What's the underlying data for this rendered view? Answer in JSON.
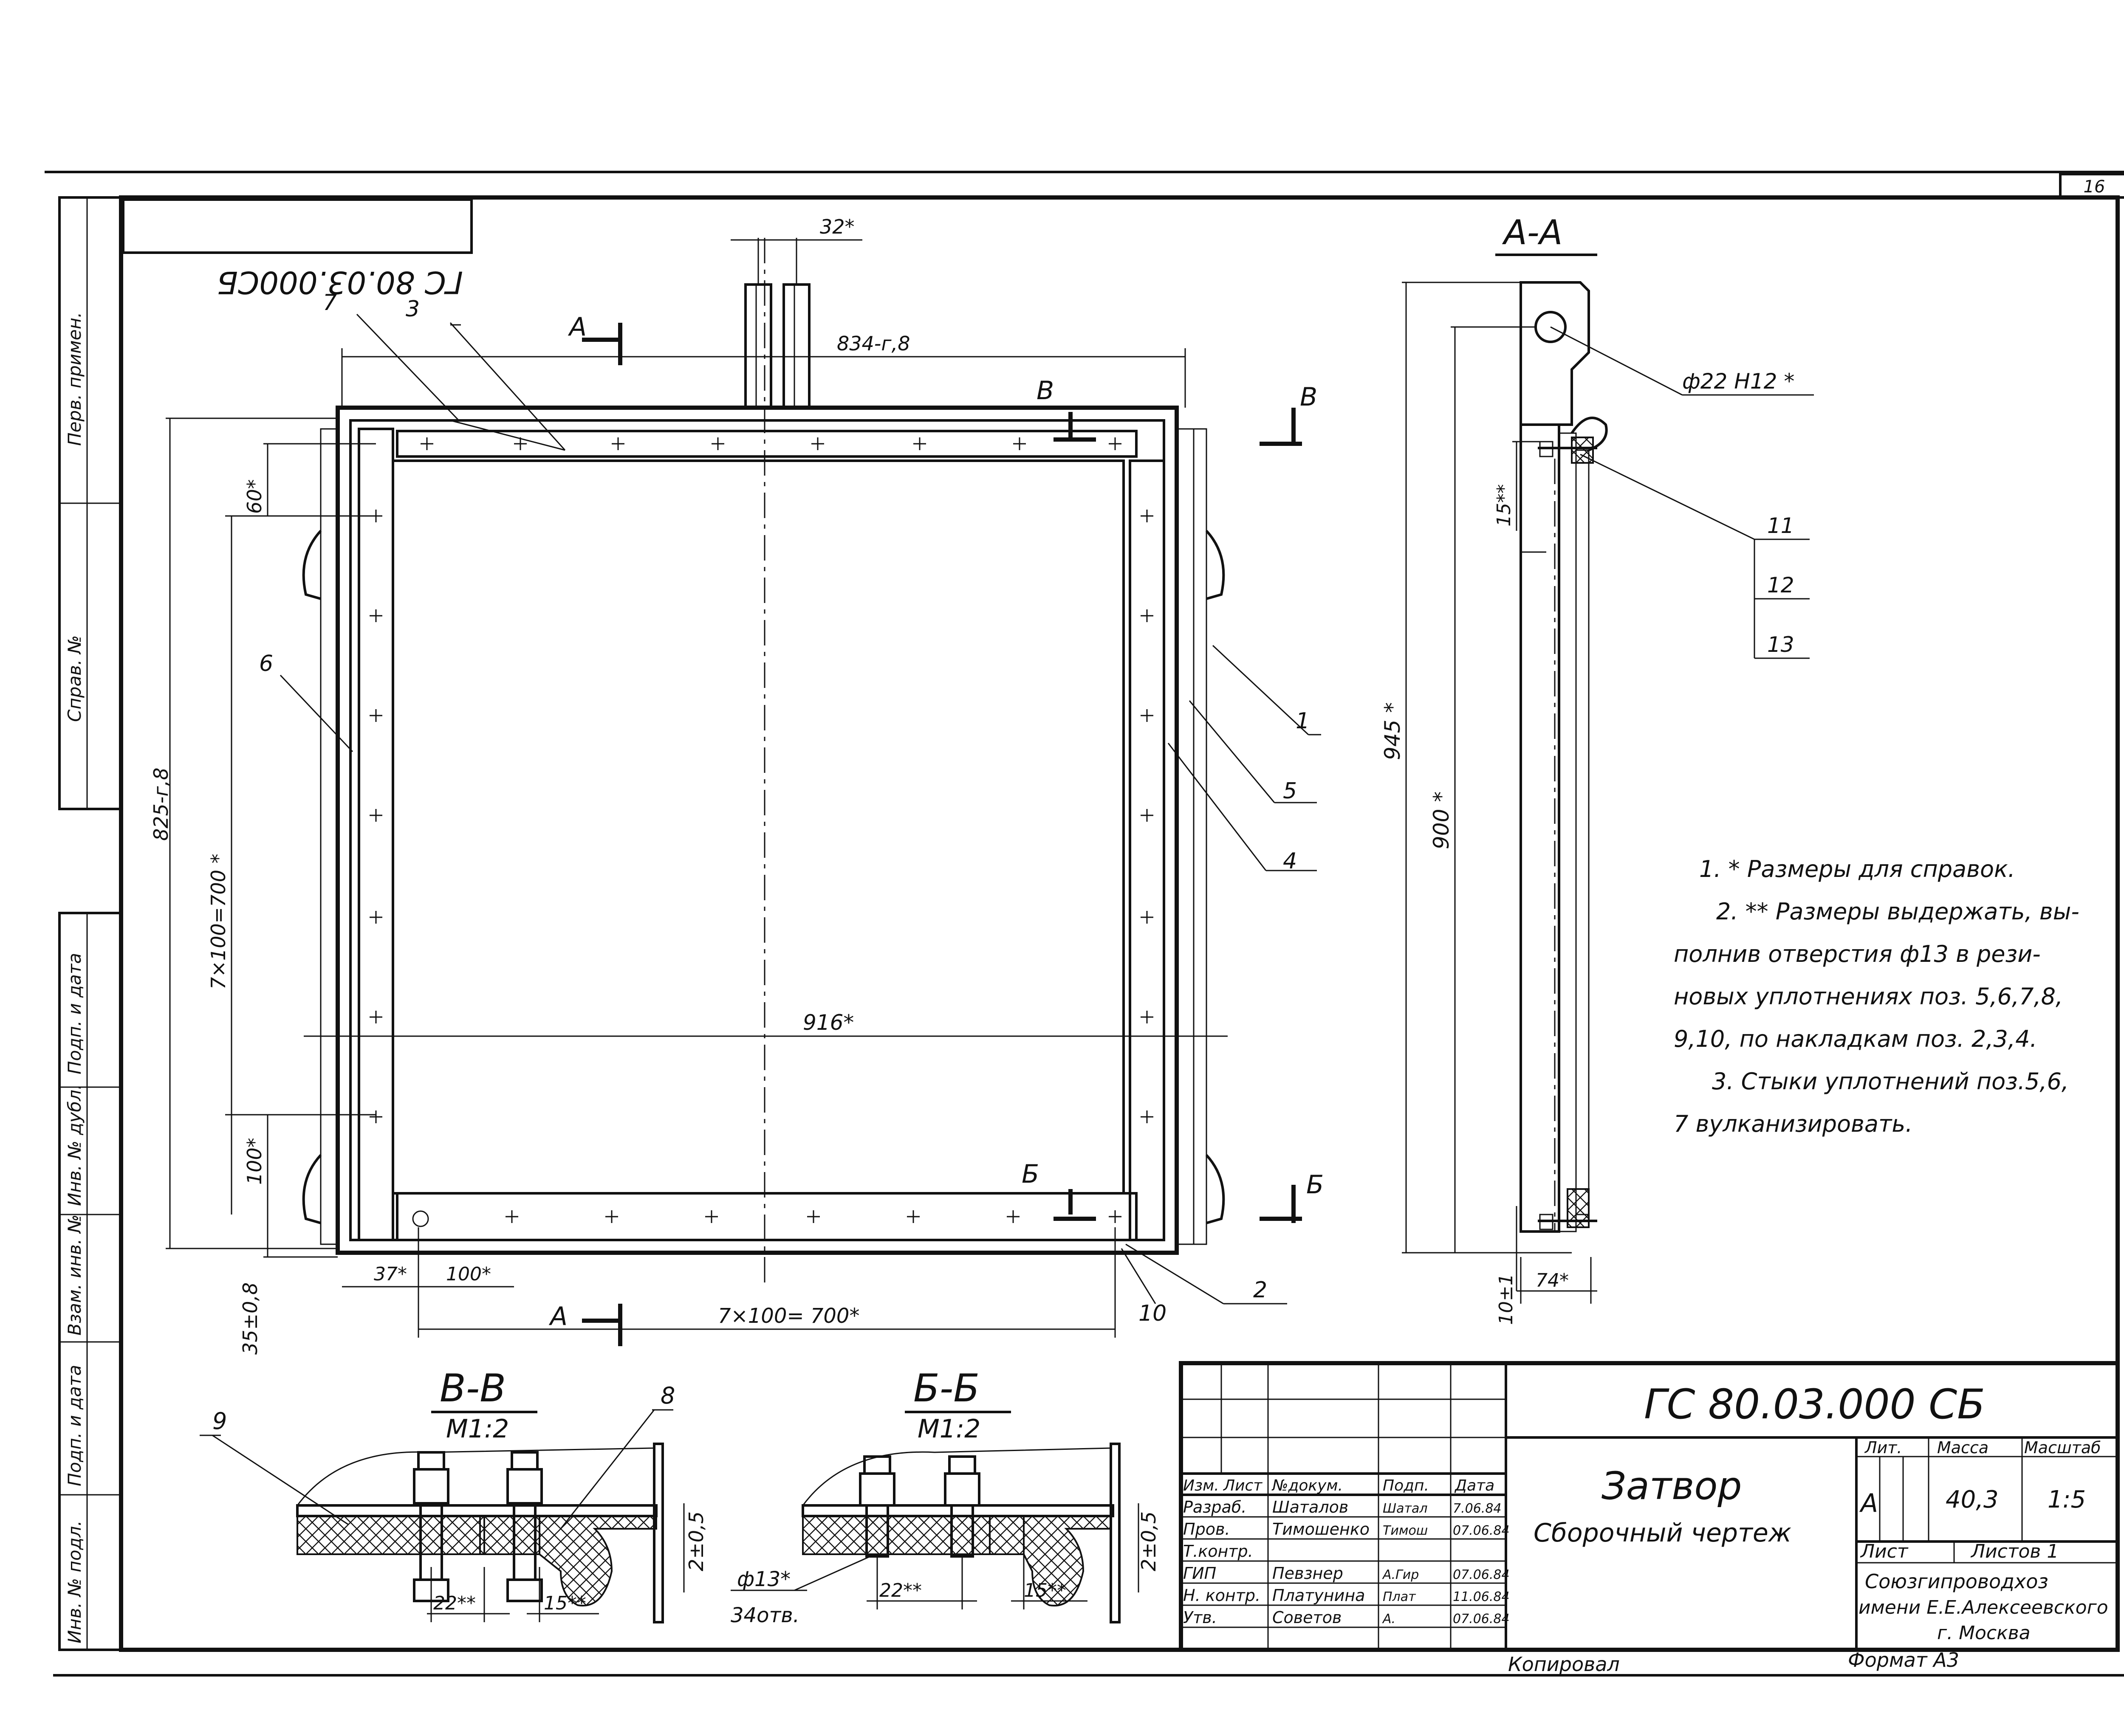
{
  "sheet_number": "16",
  "mirrored_code": "ГС 80.03.000СБ",
  "left_stamp": {
    "perv_primen": "Перв. примен.",
    "sprav_no": "Справ. №",
    "podp_data_1": "Подп. и дата",
    "inv_dubl": "Инв. № дубл.",
    "vzam_inv": "Взам. инв. №",
    "podp_data_2": "Подп. и дата",
    "inv_podl": "Инв. № подл."
  },
  "main_view": {
    "dims": {
      "top_32": "32*",
      "top_834": "834-г,8",
      "left_825": "825-г,8",
      "left_700": "7×100=700 *",
      "left_60": "60*",
      "left_100": "100*",
      "left_35": "35±0,8",
      "mid_916": "916*",
      "bot_37": "37*",
      "bot_100": "100*",
      "bot_700": "7×100= 700*"
    },
    "section_marks": {
      "a_top": "А",
      "a_bottom": "А",
      "b_top": "В",
      "b_right": "В",
      "bb_left": "Б",
      "bb_right": "Б"
    },
    "callouts": [
      "1",
      "2",
      "3",
      "4",
      "5",
      "6",
      "7",
      "10"
    ]
  },
  "section_aa": {
    "title": "А-А",
    "phi22": "ф22 Н12 *",
    "dim_15": "15**",
    "dim_945": "945 *",
    "dim_900": "900 *",
    "dim_10": "10±1",
    "dim_74": "74*",
    "callouts": [
      "11",
      "12",
      "13"
    ]
  },
  "notes": [
    "1. * Размеры для справок.",
    "2. ** Размеры выдержать, вы-",
    "полнив отверстия ф13 в рези-",
    "новых уплотнениях поз. 5,6,7,8,",
    "9,10, по накладкам поз. 2,3,4.",
    "3. Стыки уплотнений поз.5,6,",
    "7 вулканизировать."
  ],
  "section_vv": {
    "title": "В-В",
    "scale": "М1:2",
    "dim_22": "22**",
    "dim_15": "15**",
    "dim_2": "2±0,5",
    "callouts": [
      "8",
      "9"
    ]
  },
  "section_bb": {
    "title": "Б-Б",
    "scale": "М1:2",
    "phi13": "ф13*",
    "holes": "34отв.",
    "dim_22": "22**",
    "dim_15": "15**",
    "dim_2": "2±0,5"
  },
  "title_block": {
    "code": "ГС 80.03.000 СБ",
    "name": "Затвор",
    "subtitle": "Сборочный чертеж",
    "hdr": [
      "Изм.",
      "Лист",
      "№докум.",
      "Подп.",
      "Дата"
    ],
    "rows": [
      {
        "role": "Разраб.",
        "name": "Шаталов",
        "sign": "Шатал",
        "date": "7.06.84"
      },
      {
        "role": "Пров.",
        "name": "Тимошенко",
        "sign": "Тимош",
        "date": "07.06.84"
      },
      {
        "role": "Т.контр.",
        "name": "",
        "sign": "",
        "date": ""
      },
      {
        "role": "ГИП",
        "name": "Певзнер",
        "sign": "А.Гир",
        "date": "07.06.84"
      },
      {
        "role": "Н. контр.",
        "name": "Платунина",
        "sign": "Плат",
        "date": "11.06.84"
      },
      {
        "role": "Утв.",
        "name": "Советов",
        "sign": "А.",
        "date": "07.06.84"
      }
    ],
    "lit_label": "Лит.",
    "mass_label": "Масса",
    "scale_label": "Масштаб",
    "lit": "А",
    "mass": "40,3",
    "scale": "1:5",
    "sheet_label": "Лист",
    "sheets_label": "Листов 1",
    "org_1": "Союзгипроводхоз",
    "org_2": "имени Е.Е.Алексеевского",
    "org_3": "г. Москва"
  },
  "footer": {
    "copied": "Копировал",
    "format": "Формат А3"
  }
}
